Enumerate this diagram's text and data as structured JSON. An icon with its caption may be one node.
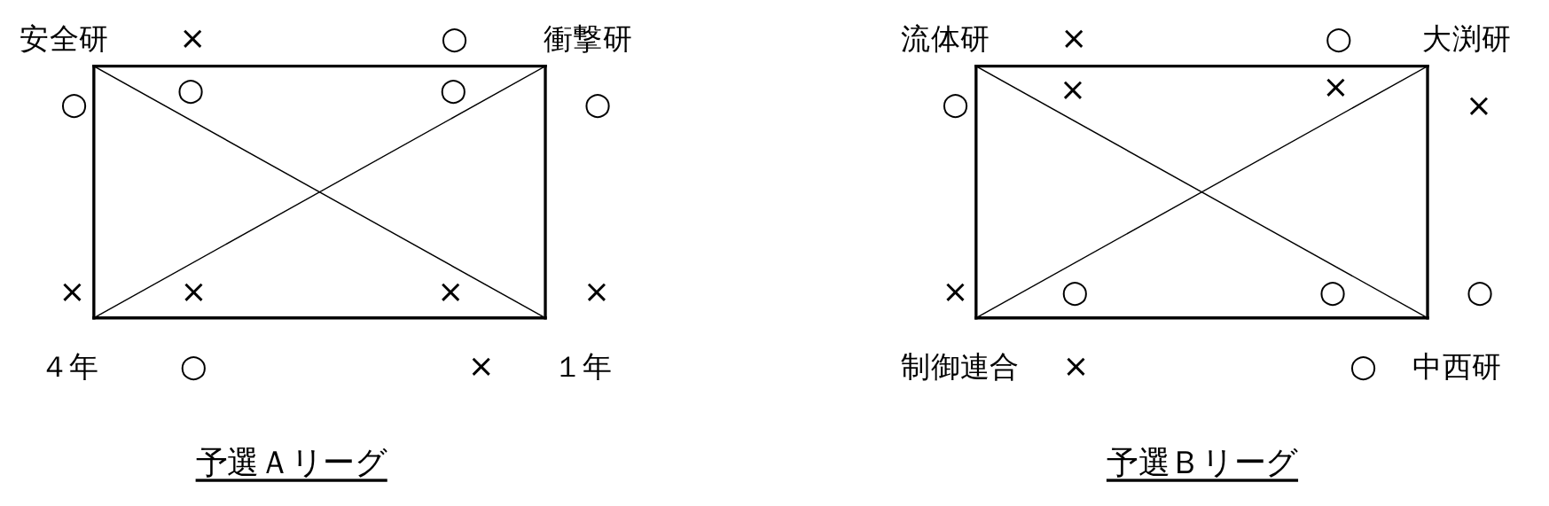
{
  "diagram": {
    "nodes": [
      {
        "text": [
          "安全研"
        ]
      },
      {
        "text": [
          "衝撃研"
        ]
      },
      {
        "text": [
          "４年"
        ]
      },
      {
        "text": [
          "１年"
        ]
      },
      {
        "text": [
          "流体研"
        ]
      },
      {
        "text": [
          "大渕研"
        ]
      },
      {
        "text": [
          "制御連合"
        ]
      },
      {
        "text": [
          "中西研"
        ]
      }
    ],
    "edges": [
      {
        "from": 0,
        "to": 1,
        "arrow": "none"
      },
      {
        "from": 1,
        "to": 3,
        "arrow": "none"
      },
      {
        "from": 3,
        "to": 2,
        "arrow": "none"
      },
      {
        "from": 2,
        "to": 0,
        "arrow": "none"
      },
      {
        "from": 0,
        "to": 3,
        "arrow": "none"
      },
      {
        "from": 1,
        "to": 2,
        "arrow": "none"
      },
      {
        "from": 4,
        "to": 5,
        "arrow": "none"
      },
      {
        "from": 5,
        "to": 7,
        "arrow": "none"
      },
      {
        "from": 7,
        "to": 6,
        "arrow": "none"
      },
      {
        "from": 6,
        "to": 4,
        "arrow": "none"
      },
      {
        "from": 4,
        "to": 7,
        "arrow": "none"
      },
      {
        "from": 5,
        "to": 6,
        "arrow": "none"
      }
    ],
    "labels": [
      "×",
      "○",
      "×",
      "○",
      "○",
      "○",
      "○",
      "○",
      "○",
      "×",
      "×",
      "×",
      "×",
      "×",
      "×",
      "×",
      "×",
      "○",
      "○",
      "○",
      "○",
      "×",
      "×",
      "○",
      "予選Ａリーグ",
      "予選Ｂリーグ"
    ]
  }
}
